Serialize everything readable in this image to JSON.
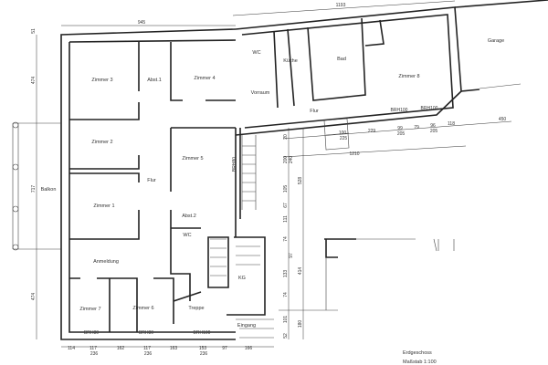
{
  "plan": {
    "rooms": [
      "Zimmer 3",
      "Abst.1",
      "Zimmer 4",
      "WC",
      "Vorraum",
      "Küche",
      "Bad",
      "Zimmer 8",
      "Garage",
      "Flur",
      "Zimmer 2",
      "Zimmer 5",
      "Flur",
      "Balkon",
      "Zimmer 1",
      "Abst.2",
      "WC",
      "Anmeldung",
      "KG",
      "Zimmer 7",
      "Zimmer 6",
      "Treppe",
      "Eingang"
    ],
    "dimensions": {
      "top": "945",
      "top_right": "1193",
      "left_small": "51",
      "left": [
        "474",
        "717",
        "474"
      ],
      "bottom": [
        "114",
        "117",
        "162",
        "117",
        "163",
        "153",
        "97",
        "166"
      ],
      "bottom_sub": [
        "236",
        "236",
        "236"
      ],
      "right_wing": [
        "100",
        "225",
        "229",
        "99",
        "205",
        "79",
        "96",
        "205",
        "118",
        "450",
        "1210"
      ],
      "vertical": [
        "20",
        "200",
        "240",
        "528",
        "105",
        "111",
        "67",
        "74",
        "133",
        "414",
        "74",
        "97",
        "52",
        "101",
        "180"
      ]
    },
    "window_labels": [
      "BRH80",
      "BRH100",
      "BRH100",
      "BRH80",
      "BRH80",
      "BRH100"
    ],
    "caption": {
      "floor": "Erdgeschoss",
      "scale": "Maßstab 1:100"
    }
  }
}
